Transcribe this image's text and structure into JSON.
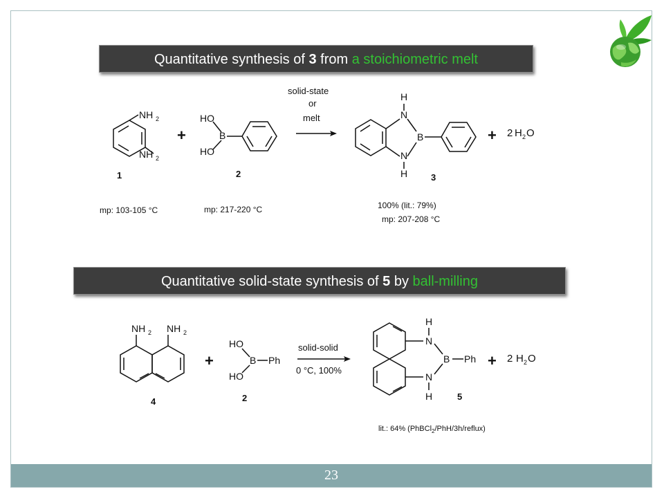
{
  "slide": {
    "page_number": "23"
  },
  "banner1": {
    "pre": "Quantitative synthesis of  ",
    "bold": "3",
    "mid": " from ",
    "highlight": "a stoichiometric melt"
  },
  "banner2": {
    "pre": "Quantitative solid-state synthesis of ",
    "bold": "5",
    "mid": " by ",
    "highlight": "ball-milling"
  },
  "scheme1": {
    "nh2": "NH",
    "sub2": "2",
    "ho": "HO",
    "b": "B",
    "plus": "+",
    "arrow_l1": "solid-state",
    "arrow_l2": "or",
    "arrow_l3": "melt",
    "h": "H",
    "n": "N",
    "water_coef": "2",
    "water_h": "H",
    "water_o": "O",
    "label1": "1",
    "label2": "2",
    "label3": "3",
    "mp1": "mp: 103-105 °C",
    "mp2": "mp: 217-220 °C",
    "yield": "100% (lit.: 79%)",
    "mp3": "mp: 207-208 °C"
  },
  "scheme2": {
    "nh2": "NH",
    "sub2": "2",
    "ho": "HO",
    "b": "B",
    "ph": "Ph",
    "plus": "+",
    "arrow_l1": "solid-solid",
    "arrow_l2": "0 °C, 100%",
    "h": "H",
    "n": "N",
    "water_coef": "2",
    "water_h": "H",
    "water_o": "O",
    "label4": "4",
    "label2": "2",
    "label5": "5",
    "lit_pre": "lit.: 64% (PhBCl",
    "lit_sub": "2",
    "lit_post": "/PhH/3h/reflux)"
  },
  "colors": {
    "banner_bg": "#3d3d3d",
    "highlight": "#33c133",
    "footer_bg": "#86a8ab",
    "border": "#a9c0c2"
  },
  "icons": {
    "logo": "green-globe-sprout-icon"
  }
}
